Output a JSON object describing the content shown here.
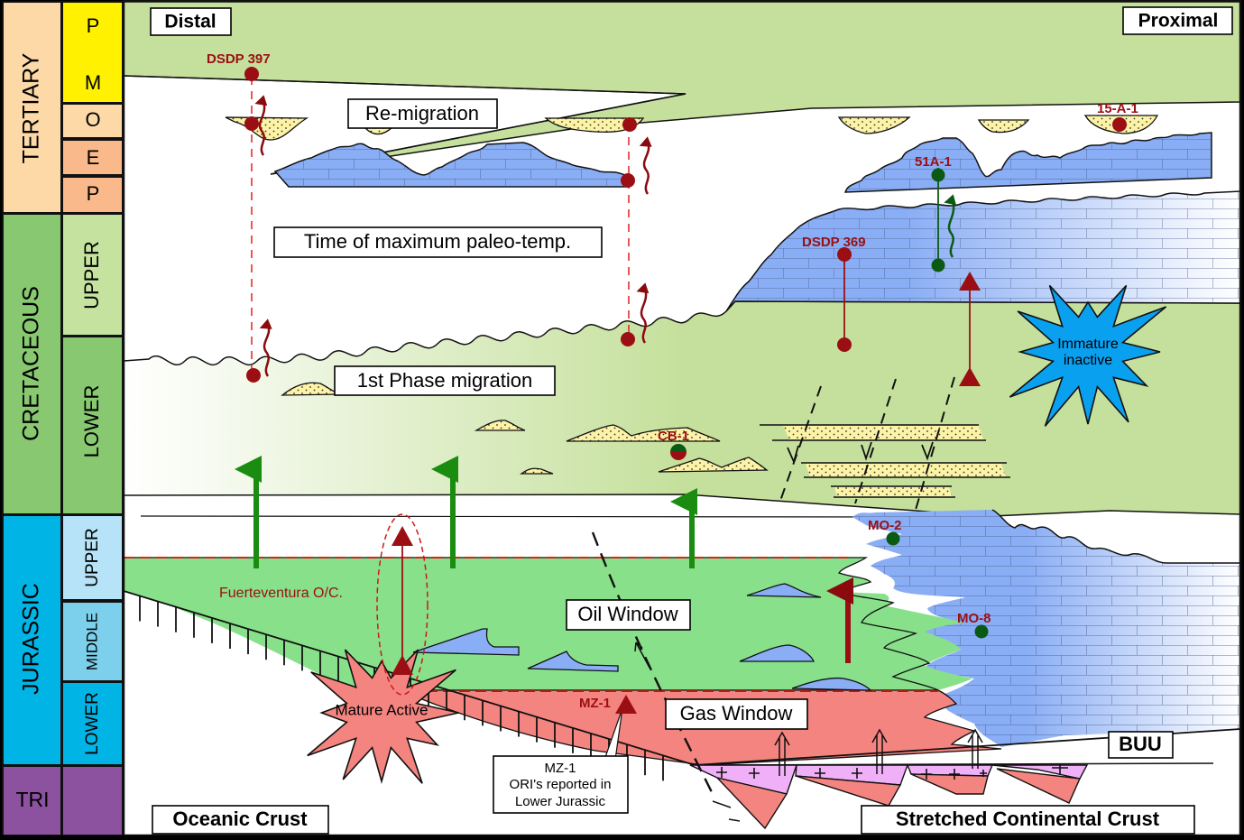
{
  "diagram": {
    "title": "Petroleum system chronostratigraphic section, Distal to Proximal",
    "orientation": {
      "left": "Distal",
      "right": "Proximal"
    },
    "stratigraphic_column": {
      "eras": [
        {
          "name": "TERTIARY",
          "color": "#fdd9a8"
        },
        {
          "name": "CRETACEOUS",
          "color": "#87c870"
        },
        {
          "name": "JURASSIC",
          "color": "#00b5e6"
        },
        {
          "name": "TRI",
          "color": "#8c52a0"
        }
      ],
      "sub_units": [
        {
          "name": "P",
          "color": "#fff100"
        },
        {
          "name": "M",
          "color": "#fff100"
        },
        {
          "name": "O",
          "color": "#fdd9a8"
        },
        {
          "name": "E",
          "color": "#f9b98a"
        },
        {
          "name": "P",
          "color": "#f9b98a"
        },
        {
          "name": "UPPER",
          "color": "#c5e39e"
        },
        {
          "name": "LOWER",
          "color": "#87c870"
        },
        {
          "name": "UPPER",
          "color": "#b6e3f7"
        },
        {
          "name": "MIDDLE",
          "color": "#7cd0ec"
        },
        {
          "name": "LOWER",
          "color": "#00b5e6"
        },
        {
          "name": "",
          "color": "#8c52a0"
        }
      ]
    },
    "labels": {
      "distal": "Distal",
      "proximal": "Proximal",
      "re_migration": "Re-migration",
      "max_paleo_temp": "Time of maximum paleo-temp.",
      "first_phase_migration": "1st Phase migration",
      "oil_window": "Oil Window",
      "gas_window": "Gas Window",
      "buu": "BUU",
      "oceanic_crust": "Oceanic Crust",
      "stretched_crust": "Stretched Continental Crust",
      "immature": [
        "Immature",
        "inactive"
      ],
      "mature": "Mature Active",
      "fuerteventura": "Fuerteventura O/C.",
      "mz1_note": [
        "MZ-1",
        "ORI's reported in",
        "Lower Jurassic"
      ]
    },
    "wells": [
      {
        "name": "DSDP 397"
      },
      {
        "name": "DSDP 369"
      },
      {
        "name": "51A-1"
      },
      {
        "name": "15-A-1"
      },
      {
        "name": "CB-1"
      },
      {
        "name": "MO-2"
      },
      {
        "name": "MO-8"
      },
      {
        "name": "MZ-1"
      }
    ],
    "colors": {
      "sediment_green": "#c5e09c",
      "oil_window": "#88e08a",
      "gas_window": "#f4847f",
      "carbonate": "#8aaef5",
      "sand": "#fdf3a6",
      "well_red": "#9b0f14",
      "well_green": "#0b5a14",
      "arrow_green": "#1a8c10",
      "immature_blue": "#0aa0f0",
      "crust_pink": "#f0b0f8"
    }
  }
}
